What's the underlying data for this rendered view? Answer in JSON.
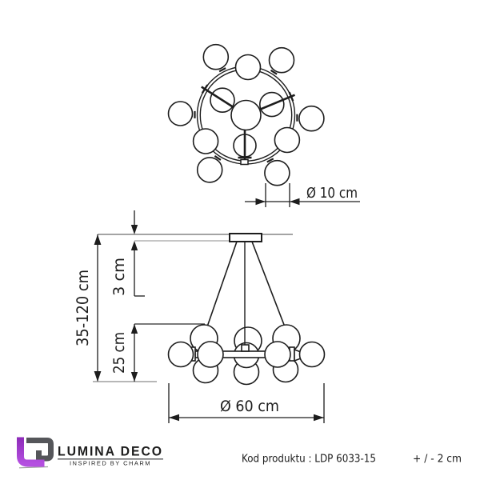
{
  "top_view": {
    "label_ball_diameter": "Ø 10 cm"
  },
  "side_view": {
    "label_total_height": "35-120 cm",
    "label_canopy_height": "3 cm",
    "label_body_height": "25 cm",
    "label_fixture_diameter": "Ø 60 cm"
  },
  "footer": {
    "brand_name": "LUMINA DECO",
    "brand_tagline": "INSPIRED BY CHARM",
    "product_code_text": "Kod produktu : LDP 6033-15",
    "tolerance": "+ / - 2 cm"
  },
  "colors": {
    "line": "#1d1d1d",
    "reference_line": "#8c8c8c",
    "brand_purple": "#a233d6",
    "brand_gray": "#55565a",
    "text": "#1c1c1c"
  }
}
